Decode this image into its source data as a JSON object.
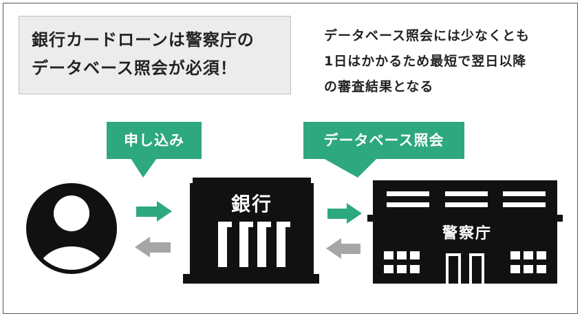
{
  "title": {
    "line1": "銀行カードローンは警察庁の",
    "line2": "データベース照会が必須！"
  },
  "note": {
    "line1": "データベース照会には少なくとも",
    "line2": "1日はかかるため最短で翌日以降",
    "line3": "の審査結果となる"
  },
  "bubbles": {
    "apply": "申し込み",
    "db_query": "データベース照会"
  },
  "bank": {
    "label": "銀行"
  },
  "police": {
    "label": "警察庁"
  },
  "colors": {
    "accent_green": "#2ea87e",
    "arrow_gray": "#a6a6a6",
    "dark": "#111111",
    "title_bg": "#ececec"
  },
  "icons": {
    "person": "person-icon",
    "bank": "bank-building-icon",
    "police": "police-building-icon"
  }
}
